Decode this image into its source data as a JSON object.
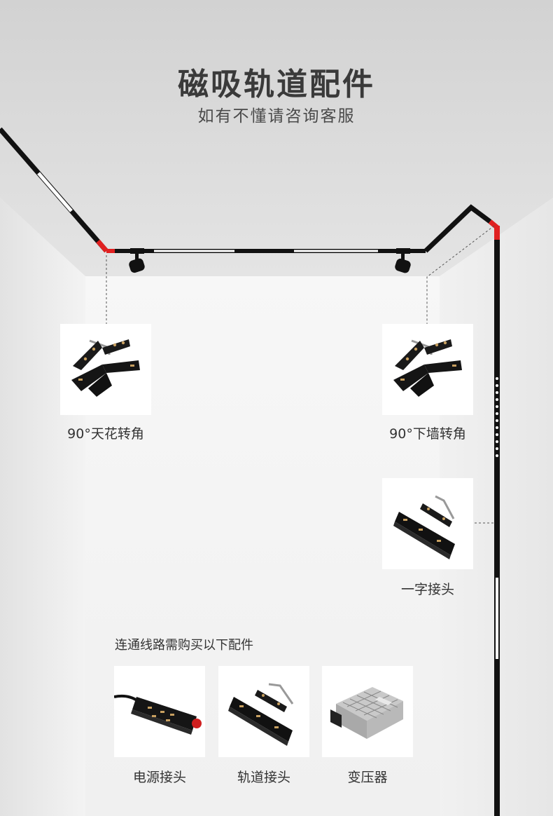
{
  "header": {
    "title": "磁吸轨道配件",
    "subtitle": "如有不懂请咨询客服"
  },
  "accessories": [
    {
      "label": "90°天花转角",
      "icon": "ceiling-corner-connector-icon"
    },
    {
      "label": "90°下墙转角",
      "icon": "wall-corner-connector-icon"
    },
    {
      "label": "一字接头",
      "icon": "straight-connector-icon"
    }
  ],
  "required_section": {
    "heading": "连通线路需购买以下配件",
    "items": [
      {
        "label": "电源接头",
        "icon": "power-connector-icon"
      },
      {
        "label": "轨道接头",
        "icon": "track-connector-icon"
      },
      {
        "label": "变压器",
        "icon": "transformer-icon"
      }
    ]
  },
  "colors": {
    "track": "#111111",
    "accent_red": "#e02020",
    "title": "#3a3a3a"
  }
}
